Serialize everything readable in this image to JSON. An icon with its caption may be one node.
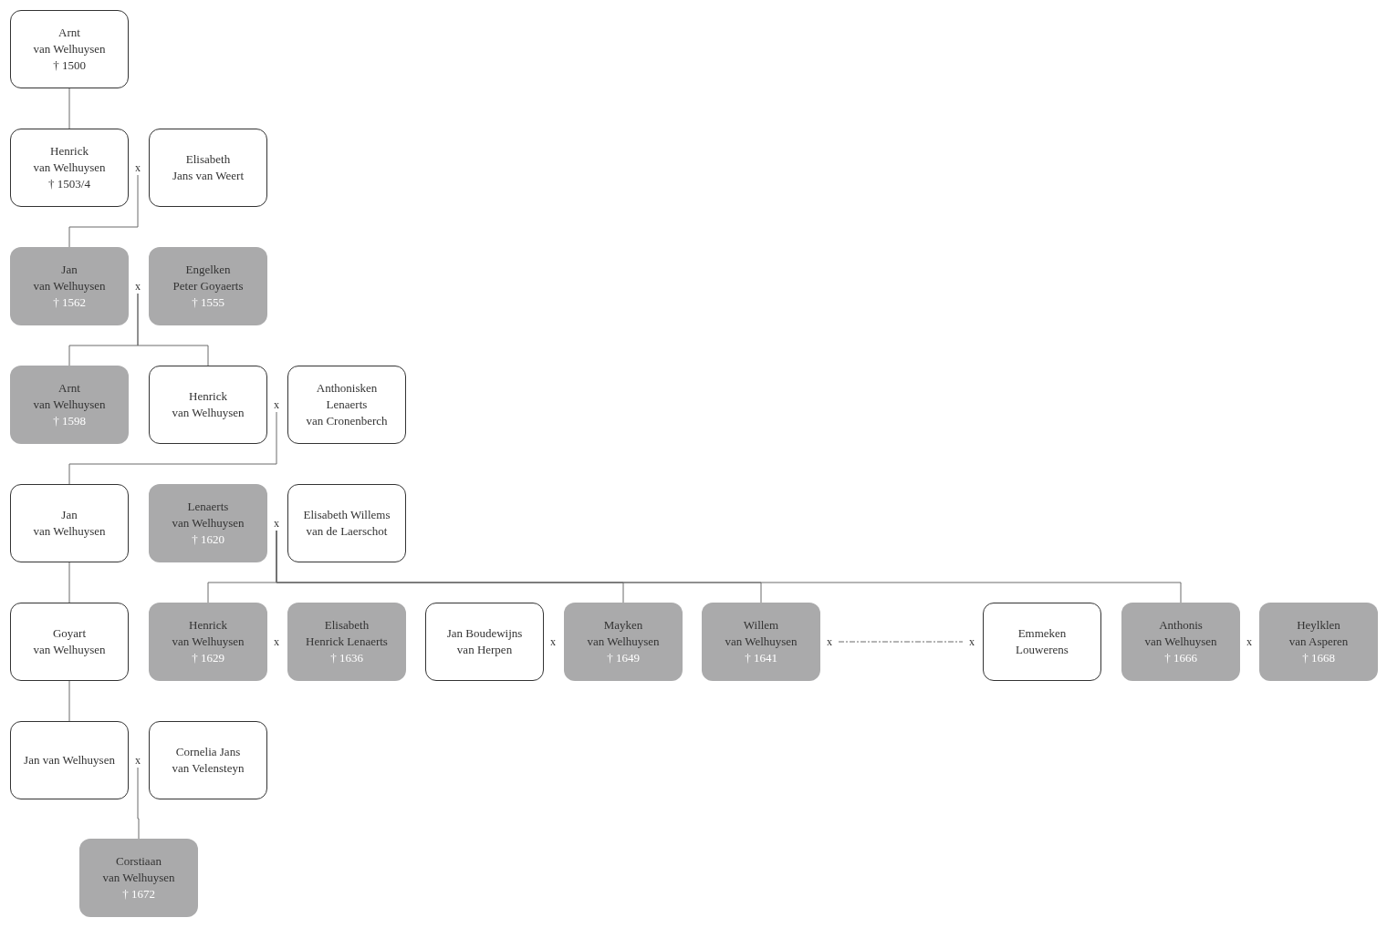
{
  "diagram": {
    "nodes": [
      {
        "text": [
          "Arnt",
          "van Welhuysen",
          "† 1500"
        ]
      },
      {
        "text": [
          "Henrick",
          "van Welhuysen",
          "† 1503/4"
        ]
      },
      {
        "text": [
          "x"
        ]
      },
      {
        "text": [
          "Elisabeth",
          "Jans van Weert"
        ]
      },
      {
        "text": [
          "Jan",
          "van Welhuysen",
          "† 1562"
        ]
      },
      {
        "text": [
          "x"
        ]
      },
      {
        "text": [
          "Engelken",
          "Peter Goyaerts",
          "† 1555"
        ]
      },
      {
        "text": [
          "Arnt",
          "van Welhuysen",
          "† 1598"
        ]
      },
      {
        "text": [
          "Henrick",
          "van Welhuysen"
        ]
      },
      {
        "text": [
          "x"
        ]
      },
      {
        "text": [
          "Anthonisken",
          "Lenaerts",
          "van Cronenberch"
        ]
      },
      {
        "text": [
          "Jan",
          "van Welhuysen"
        ]
      },
      {
        "text": [
          "Lenaerts",
          "van Welhuysen",
          "† 1620"
        ]
      },
      {
        "text": [
          "x"
        ]
      },
      {
        "text": [
          "Elisabeth Willems",
          "van de Laerschot"
        ]
      },
      {
        "text": [
          "Goyart",
          "van Welhuysen"
        ]
      },
      {
        "text": [
          "Henrick",
          "van Welhuysen",
          "† 1629"
        ]
      },
      {
        "text": [
          "x"
        ]
      },
      {
        "text": [
          "Elisabeth",
          "Henrick Lenaerts",
          "† 1636"
        ]
      },
      {
        "text": [
          "Jan Boudewijns",
          "van Herpen"
        ]
      },
      {
        "text": [
          "x"
        ]
      },
      {
        "text": [
          "Mayken",
          "van Welhuysen",
          "† 1649"
        ]
      },
      {
        "text": [
          "Willem",
          "van Welhuysen",
          "† 1641"
        ]
      },
      {
        "text": [
          "x"
        ]
      },
      {
        "text": [
          "x"
        ]
      },
      {
        "text": [
          "Emmeken",
          "Louwerens"
        ]
      },
      {
        "text": [
          "Anthonis",
          "van Welhuysen",
          "† 1666"
        ]
      },
      {
        "text": [
          "x"
        ]
      },
      {
        "text": [
          "Heylklen",
          "van Asperen",
          "† 1668"
        ]
      },
      {
        "text": [
          "Jan van Welhuysen"
        ]
      },
      {
        "text": [
          "x"
        ]
      },
      {
        "text": [
          "Cornelia Jans",
          "van Velensteyn"
        ]
      },
      {
        "text": [
          "Corstiaan",
          "van Welhuysen",
          "† 1672"
        ]
      }
    ],
    "edges": [
      {
        "from": 0,
        "to": 1,
        "arrow": "none"
      },
      {
        "from": 2,
        "to": 4,
        "arrow": "none"
      },
      {
        "from": 5,
        "to": 7,
        "arrow": "none"
      },
      {
        "from": 5,
        "to": 8,
        "arrow": "none"
      },
      {
        "from": 9,
        "to": 11,
        "arrow": "none"
      },
      {
        "from": 11,
        "to": 15,
        "arrow": "none"
      },
      {
        "from": 13,
        "to": 16,
        "arrow": "none"
      },
      {
        "from": 13,
        "to": 21,
        "arrow": "none"
      },
      {
        "from": 13,
        "to": 22,
        "arrow": "none"
      },
      {
        "from": 13,
        "to": 26,
        "arrow": "none"
      },
      {
        "from": 23,
        "to": 24,
        "arrow": "none",
        "style": "dashed"
      },
      {
        "from": 15,
        "to": 29,
        "arrow": "none"
      },
      {
        "from": 30,
        "to": 32,
        "arrow": "none"
      }
    ]
  }
}
